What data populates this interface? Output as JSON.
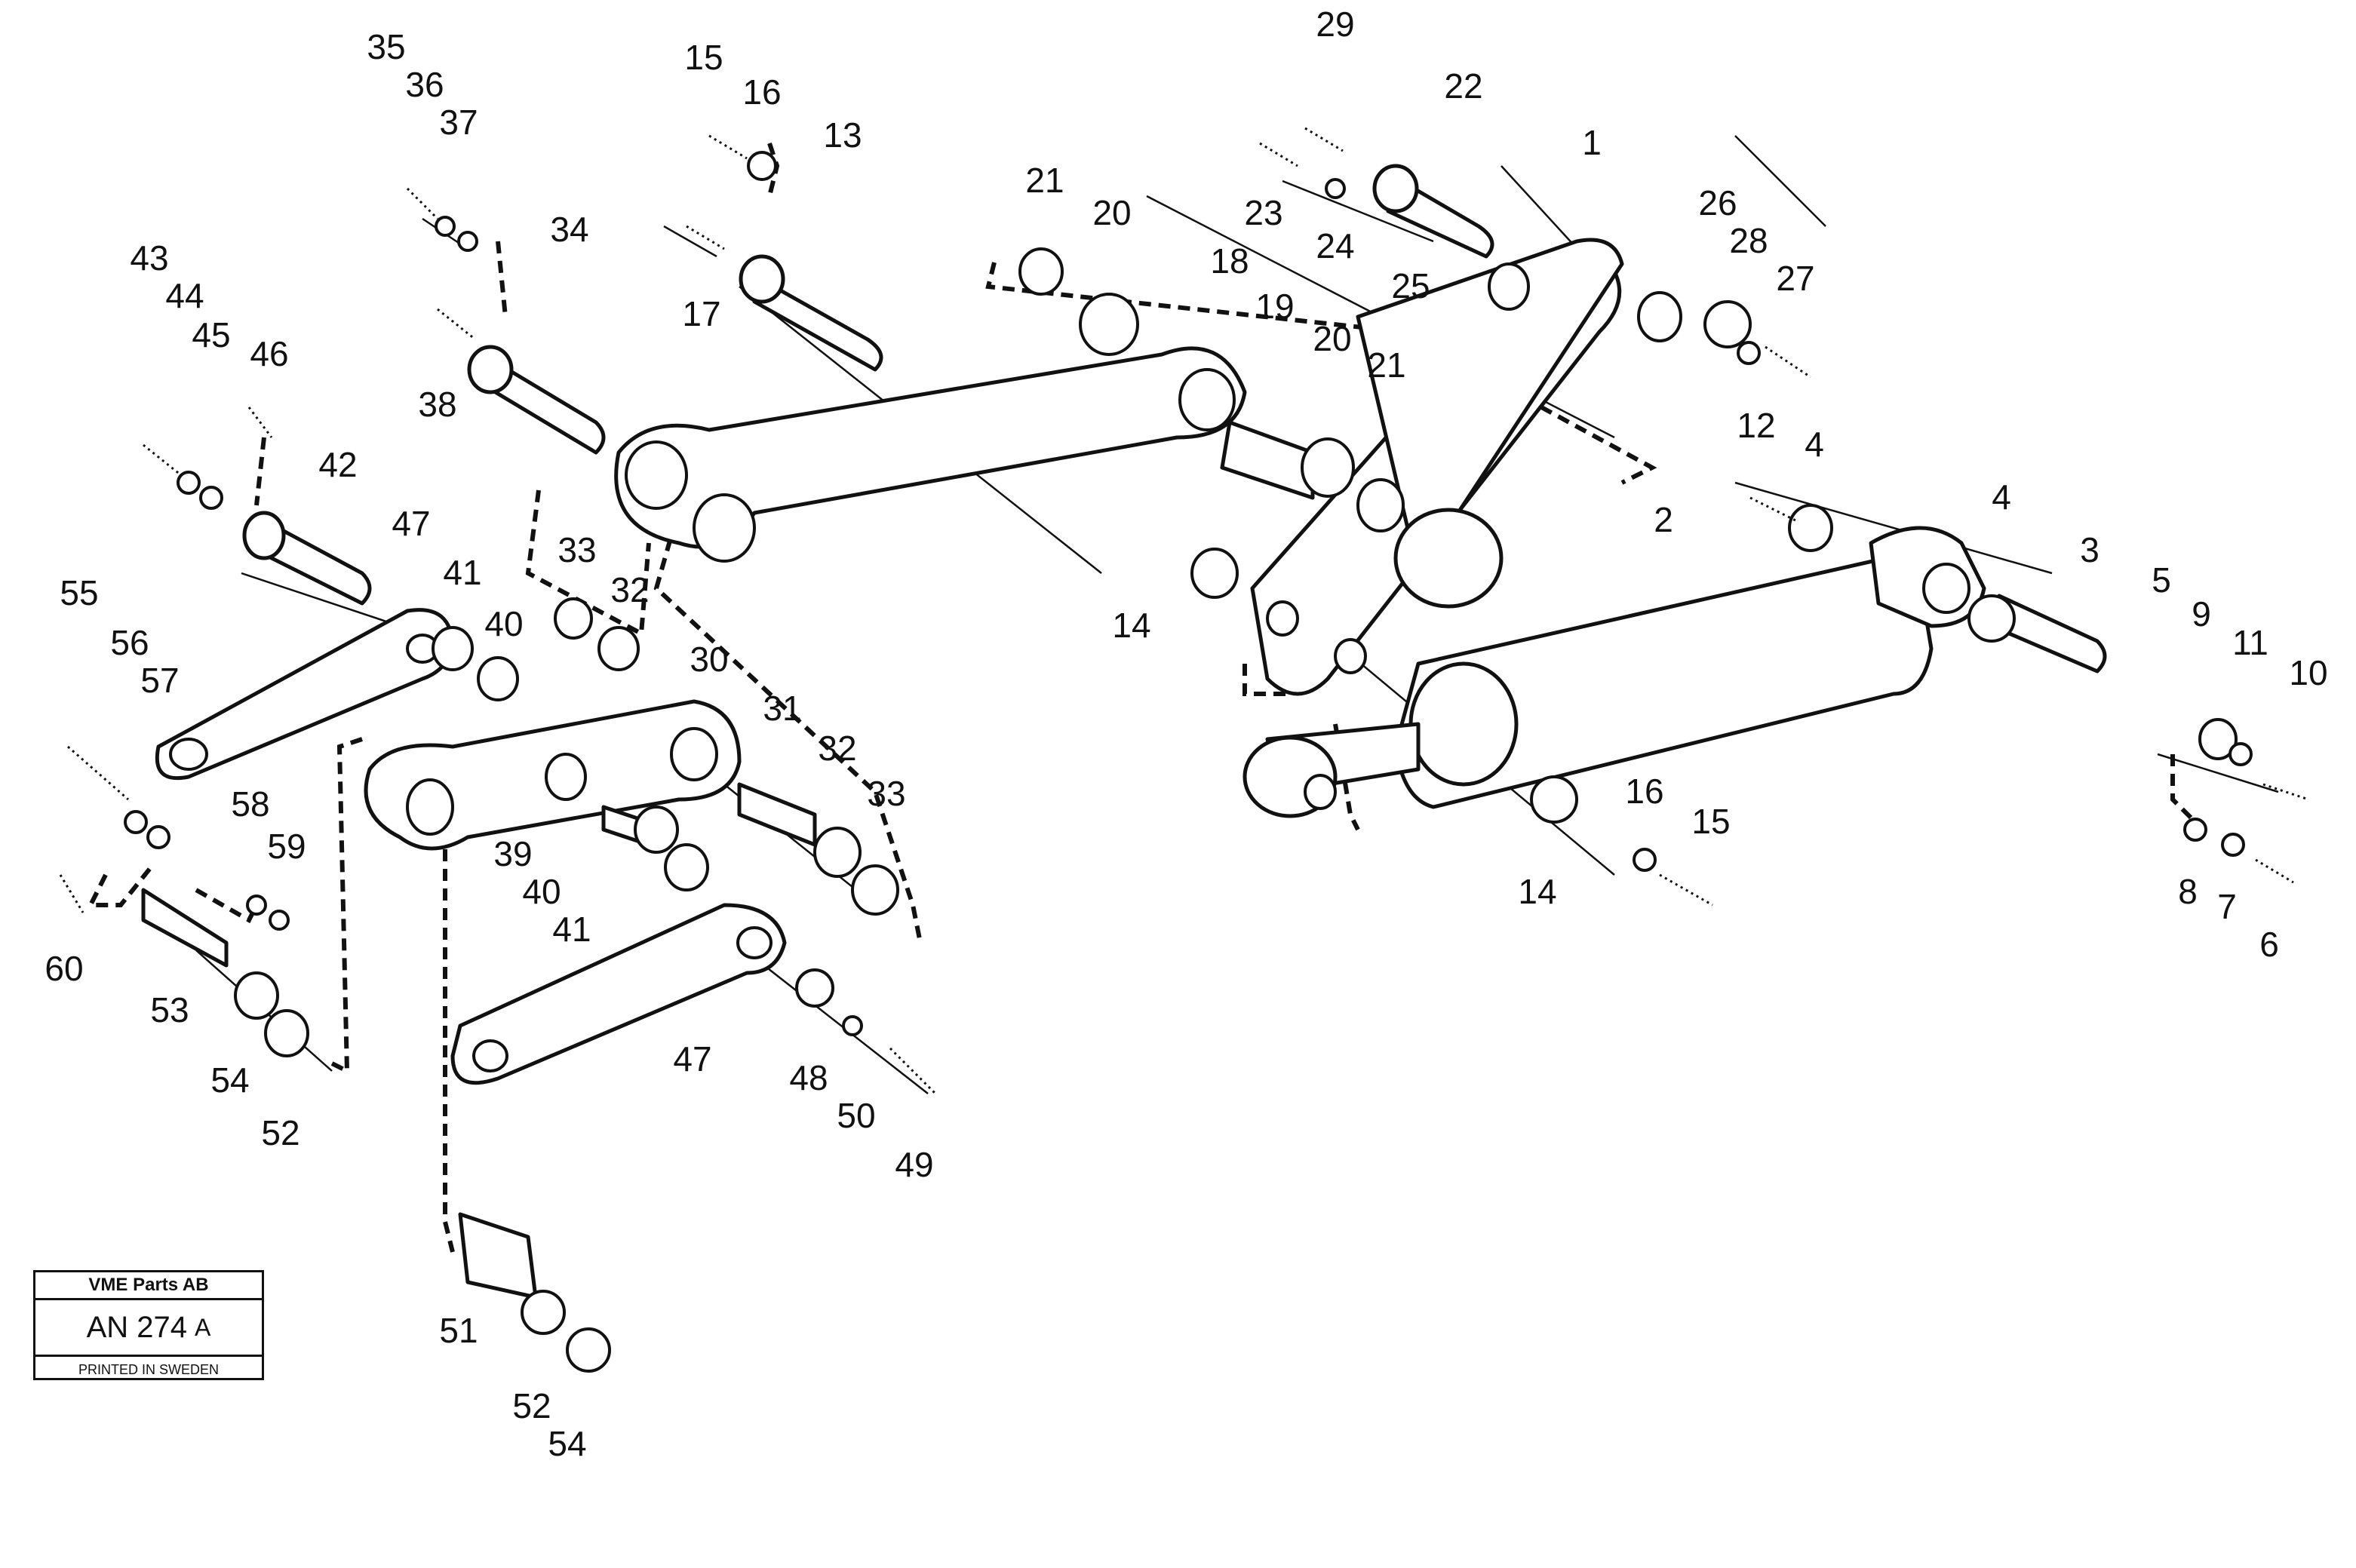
{
  "stamp": {
    "company": "VME Parts AB",
    "code": "AN 274",
    "code_suffix": "A",
    "printed": "PRINTED IN SWEDEN"
  },
  "callouts": [
    "1",
    "2",
    "3",
    "4",
    "5",
    "6",
    "7",
    "8",
    "9",
    "10",
    "11",
    "12",
    "13",
    "14",
    "15",
    "16",
    "17",
    "18",
    "19",
    "20",
    "21",
    "22",
    "23",
    "24",
    "25",
    "26",
    "27",
    "28",
    "29",
    "30",
    "31",
    "32",
    "33",
    "34",
    "35",
    "36",
    "37",
    "38",
    "39",
    "40",
    "41",
    "42",
    "43",
    "44",
    "45",
    "46",
    "47",
    "48",
    "49",
    "50",
    "51",
    "52",
    "53",
    "54",
    "55",
    "56",
    "57",
    "58",
    "59",
    "60"
  ]
}
